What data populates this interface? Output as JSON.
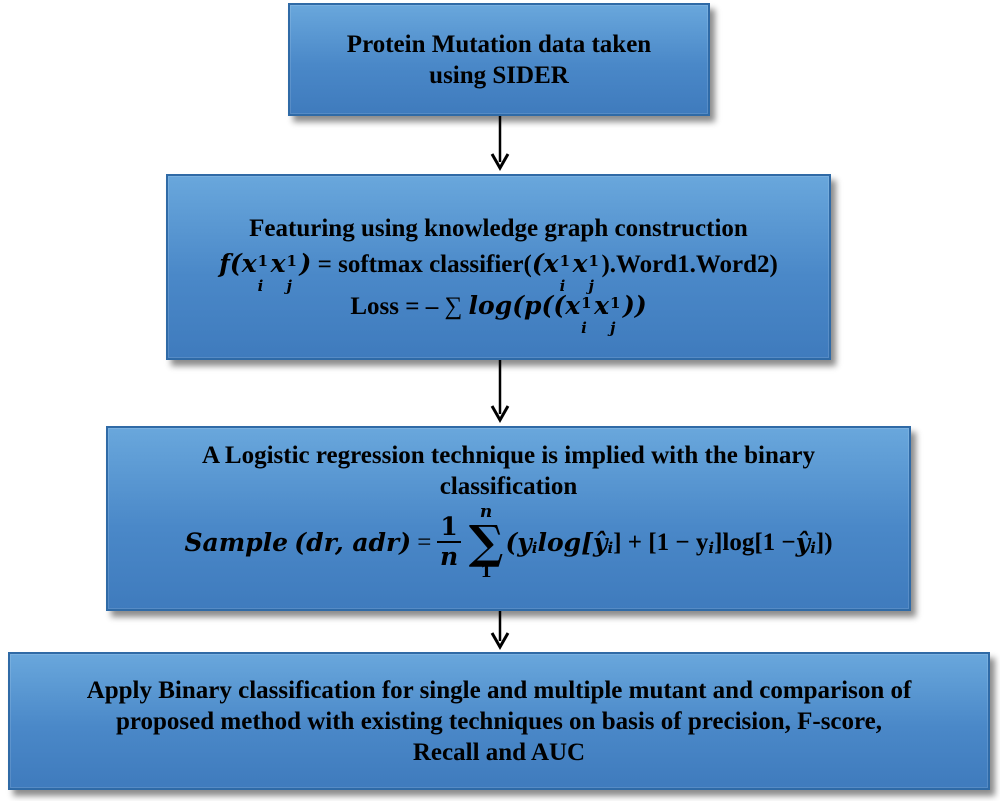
{
  "boxes": [
    {
      "id": "mutation-data",
      "lines": [
        "Protein Mutation data taken",
        "using SIDER"
      ]
    },
    {
      "id": "knowledge-graph",
      "heading": "Featuring using knowledge graph construction",
      "formula1": {
        "f": "f",
        "x": "x",
        "i": "i",
        "j": "j",
        "one": "1",
        "eq": "= softmax classifier(",
        "tail": ").Word1.Word2)"
      },
      "formula2": {
        "loss": "Loss = – ",
        "sum": "∑",
        "log": "log",
        "p": "p"
      }
    },
    {
      "id": "logistic-regression",
      "lines": [
        "A Logistic regression technique is implied with the binary",
        "classification"
      ],
      "formula": {
        "sample": "Sample",
        "args": "(dr, adr)",
        "eq": "=",
        "num": "1",
        "den": "n",
        "upper": "n",
        "lower": "1",
        "sigma": "∑",
        "term1": "(y",
        "term1_log": " log[",
        "term1_yhat": "ŷ",
        "term1_close": "] + [1 − y",
        "term2": "]log[1 − ",
        "term2_yhat": "ŷ",
        "term2_close": "])",
        "i": "i"
      }
    },
    {
      "id": "binary-classification",
      "lines": [
        "Apply Binary classification for single and multiple mutant and comparison of",
        "proposed method with existing techniques on basis of  precision, F-score,",
        "Recall and AUC"
      ]
    }
  ]
}
